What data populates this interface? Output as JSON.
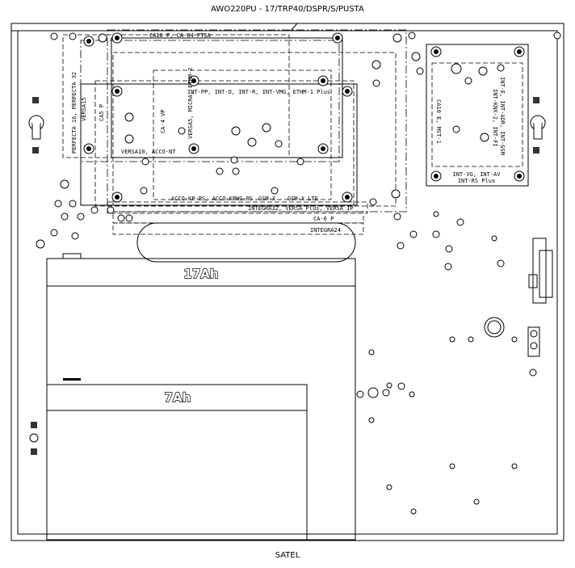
{
  "header": {
    "title": "AWO220PU - 17/TRP40/DSPR/S/PUSTA"
  },
  "footer": {
    "brand": "SATEL"
  },
  "modules": {
    "left_col_1": "PERFECTA 16, PERFECTA 32",
    "left_col_2": "VERSA15",
    "left_col_3": "CA5 P",
    "left_col_4": "CA-4 VP",
    "left_col_5": "VERSA5, MICRA, ETHM-2",
    "top_1": "CA10 P, CA-64 PTSA",
    "inner_1": "INT-PP, INT-O, INT-R, INT-VMG, ETHM-1 Plus",
    "inner_2": "VERSA10, ACCO-NT",
    "bottom_1": "ACCO-KP-PS, ACCO-KPWG-PS",
    "bottom_2": "GSM-X",
    "bottom_3": "GSM-X LTE",
    "bottom_4": "INTEGRA32, VERSA Plus, VERSA IP",
    "bottom_5": "CA-6 P",
    "bottom_6": "INTEGRA24",
    "right_vert_1": "CA10 E, MST-1",
    "right_vert_2": "INT-E, INT-ADR, INT-GSM",
    "right_vert_3": "INT-KNX-2, INT-FI",
    "right_bottom_1": "INT-VG, INT-AV",
    "right_bottom_2": "INT-RS Plus"
  },
  "batteries": {
    "large": "17Ah",
    "small": "7Ah"
  }
}
